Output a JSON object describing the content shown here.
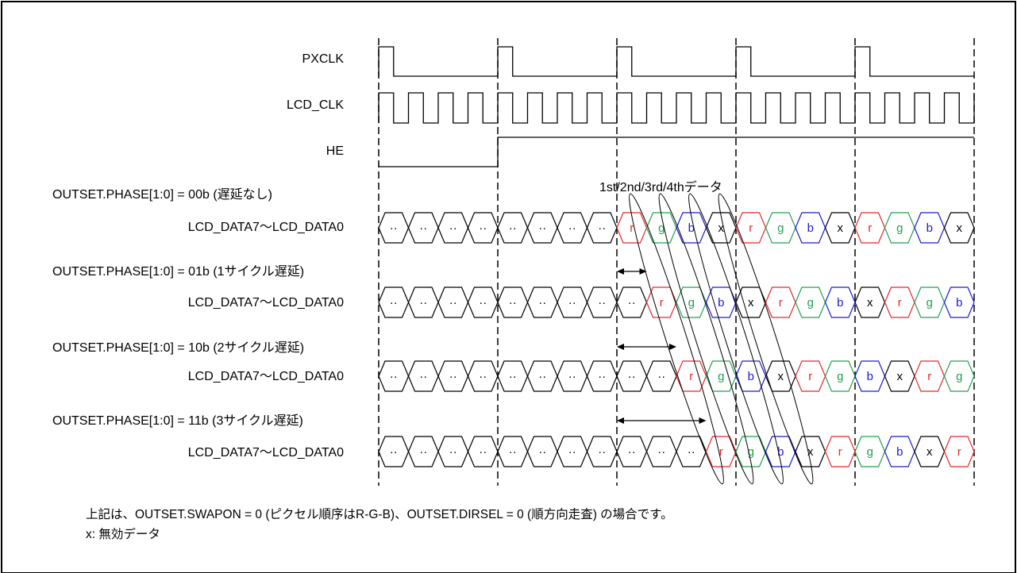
{
  "signals": {
    "pxclk": "PXCLK",
    "lcd_clk": "LCD_CLK",
    "he": "HE"
  },
  "data_order_label": "1st/2nd/3rd/4thデータ",
  "rows": [
    {
      "title": "OUTSET.PHASE[1:0] = 00b (遅延なし)",
      "bus": "LCD_DATA7～LCD_DATA0",
      "delay_cycles": 0
    },
    {
      "title": "OUTSET.PHASE[1:0] = 01b (1サイクル遅延)",
      "bus": "LCD_DATA7～LCD_DATA0",
      "delay_cycles": 1
    },
    {
      "title": "OUTSET.PHASE[1:0] = 10b (2サイクル遅延)",
      "bus": "LCD_DATA7～LCD_DATA0",
      "delay_cycles": 2
    },
    {
      "title": "OUTSET.PHASE[1:0] = 11b (3サイクル遅延)",
      "bus": "LCD_DATA7～LCD_DATA0",
      "delay_cycles": 3
    }
  ],
  "cell_text": {
    "invalid_early": "··",
    "r": "r",
    "g": "g",
    "b": "b",
    "x": "x"
  },
  "colors": {
    "r": "#e8262a",
    "g": "#22a050",
    "b": "#1a1ad8",
    "x": "#000000",
    "line": "#000000"
  },
  "notes": [
    "上記は、OUTSET.SWAPON = 0 (ピクセル順序はR-G-B)、OUTSET.DIRSEL = 0 (順方向走査) の場合です。",
    "x: 無効データ"
  ]
}
